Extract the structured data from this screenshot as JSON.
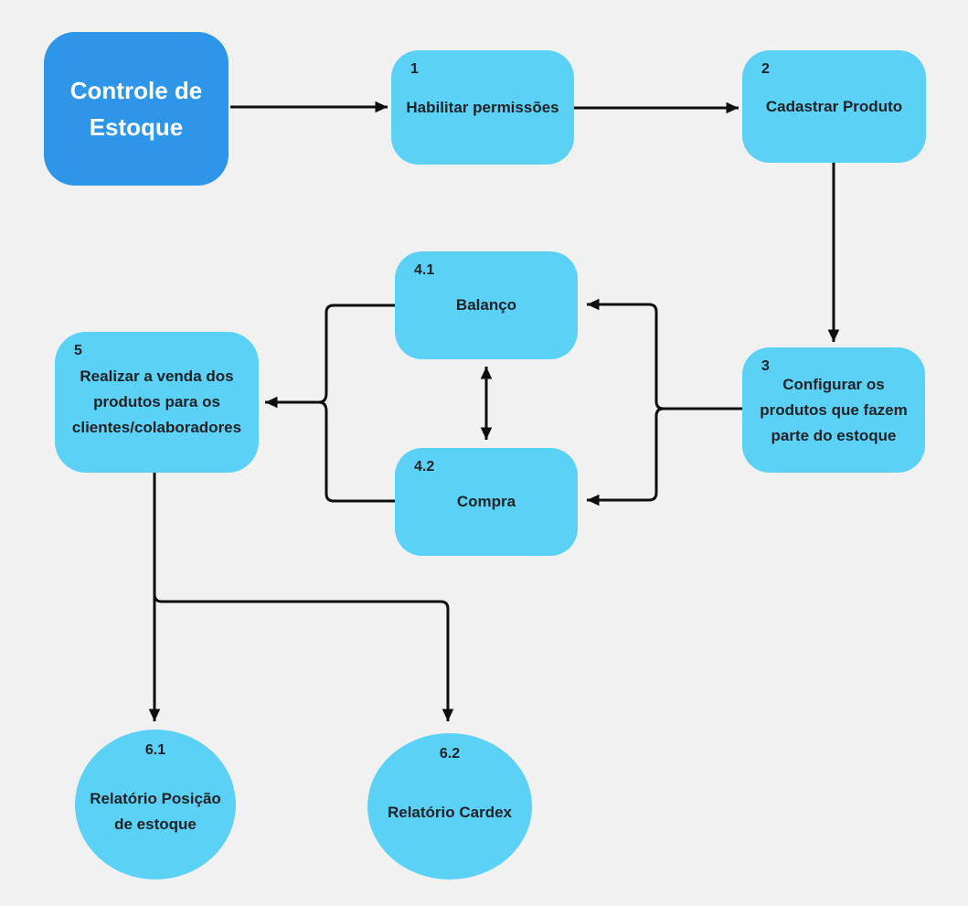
{
  "diagram": {
    "root": {
      "label": "Controle de Estoque"
    },
    "nodes": {
      "n1": {
        "num": "1",
        "label": "Habilitar permissões"
      },
      "n2": {
        "num": "2",
        "label": "Cadastrar Produto"
      },
      "n3": {
        "num": "3",
        "label": "Configurar os produtos que fazem parte do estoque"
      },
      "n41": {
        "num": "4.1",
        "label": "Balanço"
      },
      "n42": {
        "num": "4.2",
        "label": "Compra"
      },
      "n5": {
        "num": "5",
        "label": "Realizar a venda dos produtos para os clientes/colaboradores"
      },
      "n61": {
        "num": "6.1",
        "label": "Relatório Posição de estoque"
      },
      "n62": {
        "num": "6.2",
        "label": "Relatório Cardex"
      }
    },
    "colors": {
      "root_fill": "#2E96E8",
      "node_fill": "#5BD1F5",
      "text_dark": "#1E2126",
      "text_light": "#FFFFFF",
      "connector": "#0E0E0E",
      "background": "#F1F1F2"
    }
  }
}
